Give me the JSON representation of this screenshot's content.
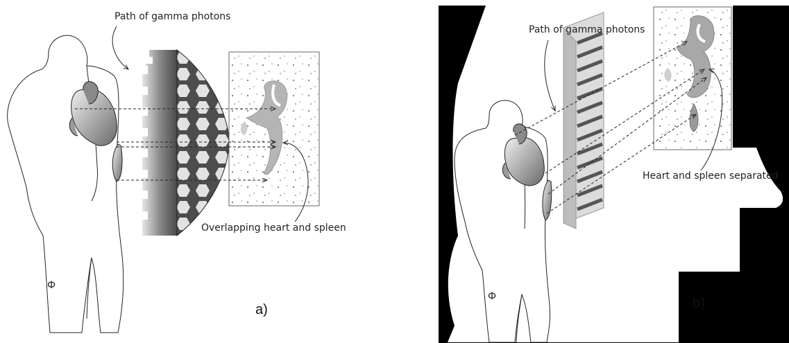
{
  "panels": [
    {
      "id": "a",
      "label": "a)",
      "caption_photons": "Path of gamma photons",
      "caption_image": "Overlapping heart and spleen"
    },
    {
      "id": "b",
      "label": "b)",
      "caption_photons": "Path of gamma photons",
      "caption_image": "Heart and spleen separated"
    }
  ],
  "colors": {
    "background": "#ffffff",
    "mask": "#000000",
    "line": "#222222",
    "collimator_dark": "#555555",
    "collimator_light": "#d8d8d8"
  }
}
